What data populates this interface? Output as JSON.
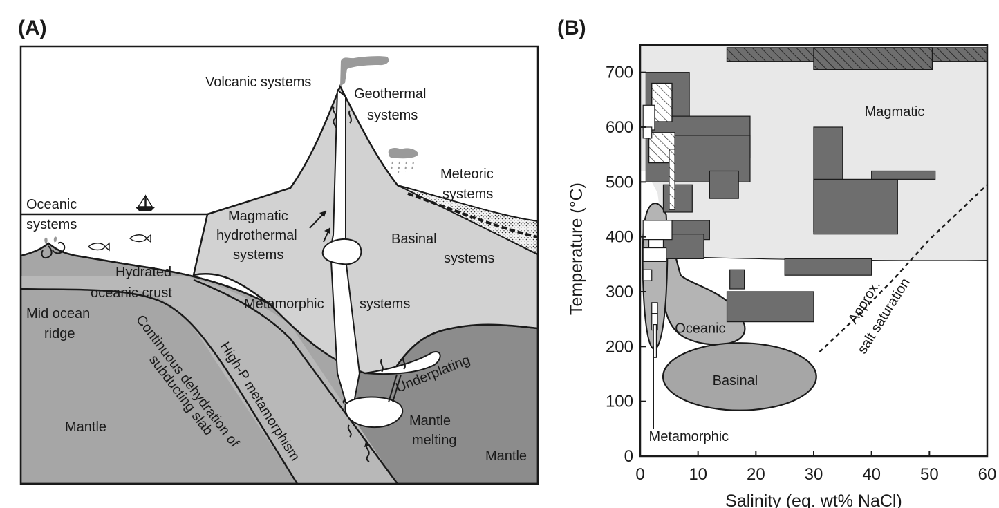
{
  "panel_a": {
    "label": "(A)",
    "labels": {
      "volcanic": "Volcanic systems",
      "geothermal_1": "Geothermal",
      "geothermal_2": "systems",
      "meteoric_1": "Meteoric",
      "meteoric_2": "systems",
      "oceanic_1": "Oceanic",
      "oceanic_2": "systems",
      "magmatic_1": "Magmatic",
      "magmatic_2": "hydrothermal",
      "magmatic_3": "systems",
      "basinal_1": "Basinal",
      "basinal_2": "systems",
      "hydrated_1": "Hydrated",
      "hydrated_2": "oceanic crust",
      "metamorphic": "Metamorphic",
      "systems": "systems",
      "ridge_1": "Mid ocean",
      "ridge_2": "ridge",
      "dehydration_1": "Continuous dehydration of",
      "dehydration_2": "subducting slab",
      "highp": "High-P metamorphism",
      "underplating": "Underplating",
      "melting_1": "Mantle",
      "melting_2": "melting",
      "mantle_left": "Mantle",
      "mantle_right": "Mantle"
    }
  },
  "panel_b": {
    "label": "(B)",
    "chart_data": {
      "type": "field-diagram",
      "xlabel": "Salinity (eq. wt% NaCl)",
      "ylabel": "Temperature (°C)",
      "xlim": [
        0,
        60
      ],
      "ylim": [
        0,
        750
      ],
      "x_ticks": [
        0,
        10,
        20,
        30,
        40,
        50,
        60
      ],
      "y_ticks": [
        0,
        100,
        200,
        300,
        400,
        500,
        600,
        700
      ],
      "grid": false,
      "fields": {
        "magmatic": "Magmatic",
        "oceanic": "Oceanic",
        "basinal": "Basinal",
        "metamorphic": "Metamorphic"
      },
      "saturation_label_1": "Approx.",
      "saturation_label_2": "salt saturation",
      "salt_saturation_curve": [
        [
          31,
          190
        ],
        [
          37,
          250
        ],
        [
          44,
          325
        ],
        [
          50,
          395
        ],
        [
          56,
          455
        ],
        [
          60,
          495
        ]
      ],
      "colors": {
        "magmatic_field": "#e8e8e8",
        "magmatic_boxes": "#6e6e6e",
        "oceanic_field": "#b4b4b4",
        "basinal_field": "#a6a6a6"
      },
      "magmatic_ranges": [
        {
          "x": [
            1,
            8.5
          ],
          "y": [
            585,
            700
          ]
        },
        {
          "x": [
            2,
            19
          ],
          "y": [
            545,
            620
          ]
        },
        {
          "x": [
            1,
            19
          ],
          "y": [
            500,
            585
          ]
        },
        {
          "x": [
            12,
            17
          ],
          "y": [
            470,
            520
          ]
        },
        {
          "x": [
            4,
            9
          ],
          "y": [
            445,
            495
          ]
        },
        {
          "x": [
            2,
            12
          ],
          "y": [
            395,
            430
          ]
        },
        {
          "x": [
            1.5,
            11
          ],
          "y": [
            360,
            405
          ]
        },
        {
          "x": [
            30,
            35
          ],
          "y": [
            410,
            600
          ]
        },
        {
          "x": [
            30,
            44.5
          ],
          "y": [
            405,
            505
          ]
        },
        {
          "x": [
            40,
            51
          ],
          "y": [
            505,
            520
          ]
        },
        {
          "x": [
            25,
            40
          ],
          "y": [
            330,
            360
          ]
        },
        {
          "x": [
            15.5,
            18
          ],
          "y": [
            305,
            340
          ]
        },
        {
          "x": [
            15,
            30
          ],
          "y": [
            245,
            300
          ]
        }
      ],
      "hatched_ranges": [
        {
          "x": [
            15,
            60
          ],
          "y": [
            720,
            745
          ]
        },
        {
          "x": [
            30,
            50.5
          ],
          "y": [
            705,
            745
          ]
        },
        {
          "x": [
            2,
            5.5
          ],
          "y": [
            610,
            680
          ]
        },
        {
          "x": [
            1.5,
            6
          ],
          "y": [
            535,
            590
          ]
        },
        {
          "x": [
            5,
            6
          ],
          "y": [
            450,
            560
          ]
        }
      ],
      "metamorphic_ranges": [
        {
          "x": [
            0.5,
            2.5
          ],
          "y": [
            595,
            640
          ]
        },
        {
          "x": [
            0.5,
            2
          ],
          "y": [
            580,
            600
          ]
        },
        {
          "x": [
            0.5,
            5.5
          ],
          "y": [
            395,
            430
          ]
        },
        {
          "x": [
            1.5,
            4
          ],
          "y": [
            380,
            395
          ]
        },
        {
          "x": [
            0.5,
            4.5
          ],
          "y": [
            355,
            380
          ]
        },
        {
          "x": [
            0.5,
            2
          ],
          "y": [
            320,
            340
          ]
        },
        {
          "x": [
            2,
            3
          ],
          "y": [
            260,
            280
          ]
        },
        {
          "x": [
            2,
            3
          ],
          "y": [
            230,
            260
          ]
        },
        {
          "x": [
            2.3,
            2.8
          ],
          "y": [
            180,
            240
          ]
        }
      ]
    }
  }
}
